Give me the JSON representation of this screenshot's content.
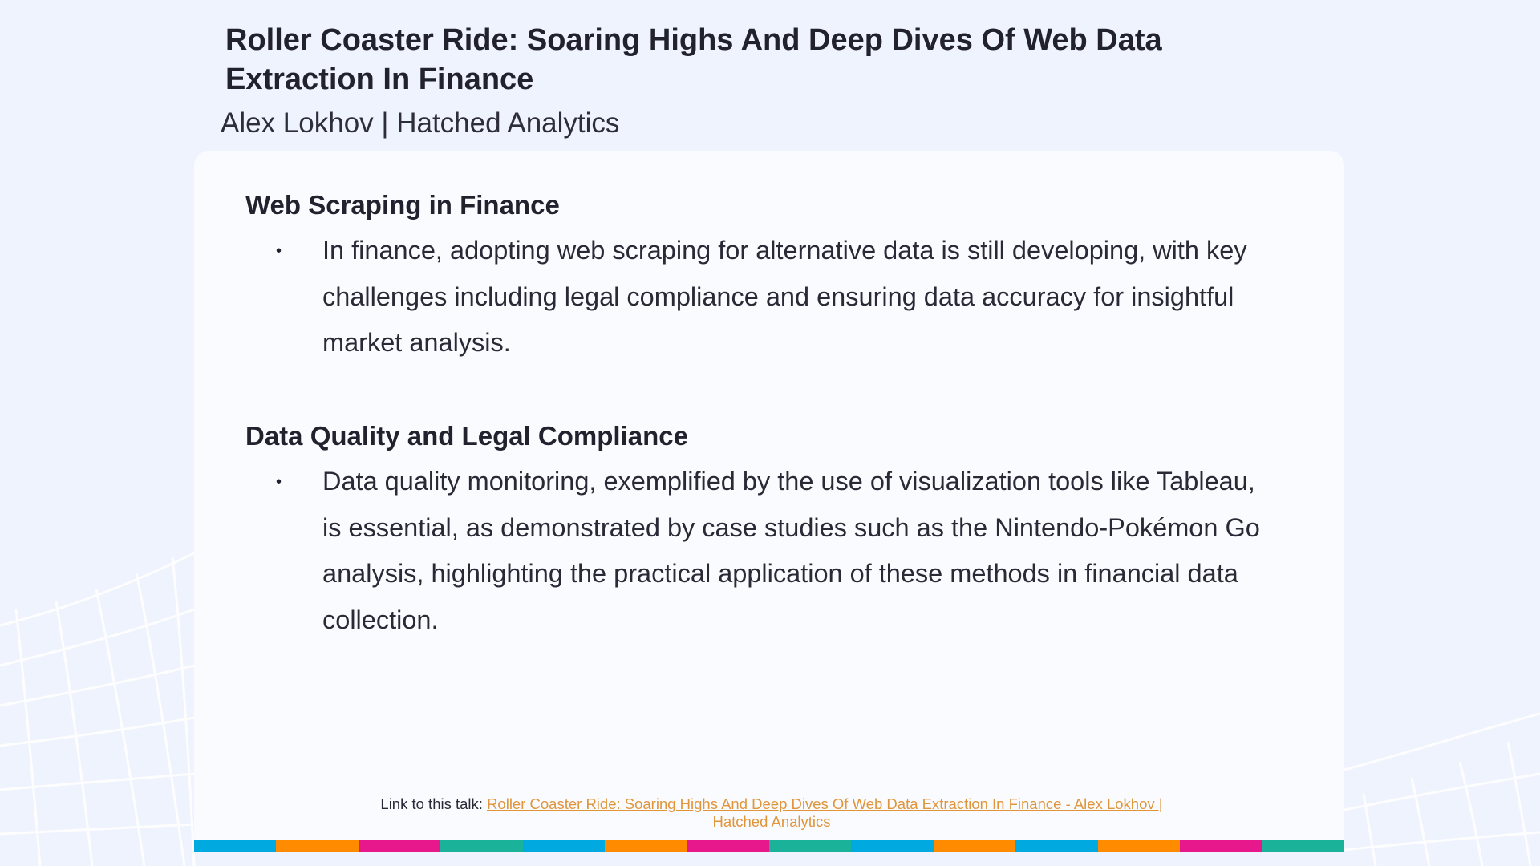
{
  "header": {
    "title": "Roller Coaster Ride: Soaring Highs And Deep Dives Of Web Data Extraction In Finance",
    "speaker": "Alex Lokhov | Hatched Analytics"
  },
  "content": {
    "sections": [
      {
        "heading": "Web Scraping in Finance",
        "bullet": "•",
        "text": "In finance, adopting web scraping for alternative data is still developing, with key challenges including legal compliance and ensuring data accuracy for insightful market analysis."
      },
      {
        "heading": "Data Quality and Legal Compliance",
        "bullet": "•",
        "text": "Data quality monitoring, exemplified by the use of visualization tools like Tableau, is essential, as demonstrated by case studies such as the Nintendo-Pokémon Go analysis, highlighting the practical application of these methods in financial data collection."
      }
    ]
  },
  "footer": {
    "link_prefix": "Link to this talk:",
    "link_text": "Roller Coaster Ride: Soaring Highs And Deep Dives Of Web Data Extraction In Finance - Alex Lokhov | Hatched Analytics"
  },
  "colors": {
    "background": "#eef3fd",
    "card": "#f9fbff",
    "text": "#22212e",
    "link": "#e0953a",
    "strip": [
      "#00a9e0",
      "#ff8c00",
      "#e6188c",
      "#1ab39a",
      "#00a9e0",
      "#ff8c00",
      "#e6188c",
      "#1ab39a",
      "#00a9e0",
      "#ff8c00",
      "#00a9e0",
      "#ff8c00",
      "#e6188c",
      "#1ab39a"
    ]
  }
}
